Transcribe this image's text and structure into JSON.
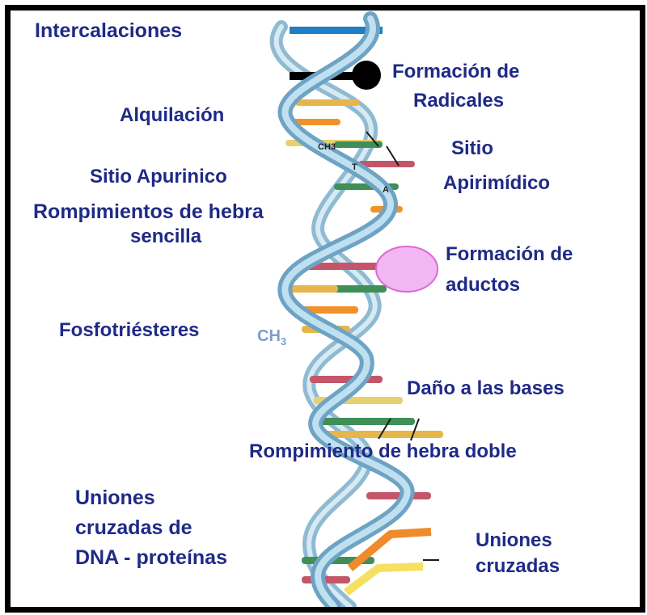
{
  "labels": {
    "intercalaciones": "Intercalaciones",
    "formacion_radicales_1": "Formación de",
    "formacion_radicales_2": "Radicales",
    "alquilacion": "Alquilación",
    "sitio_1": "Sitio",
    "apirimidico": "Apirimídico",
    "sitio_apurinico": "Sitio Apurinico",
    "rompimientos_1": "Rompimientos de hebra",
    "rompimientos_2": "sencilla",
    "formacion_aductos_1": "Formación de",
    "formacion_aductos_2": "aductos",
    "fosfotriesteres": "Fosfotriésteres",
    "dano_bases": "Daño a las bases",
    "rompimiento_doble": "Rompimiento de hebra doble",
    "uniones_prot_1": "Uniones",
    "uniones_prot_2": "cruzadas de",
    "uniones_prot_3": "DNA - proteínas",
    "uniones_cruz_1": "Uniones",
    "uniones_cruz_2": "cruzadas"
  },
  "helix_text": {
    "ch3_top": "CH3",
    "t_base": "T",
    "a_base": "A",
    "ch3_bottom": "CH",
    "ch3_bottom_sub": "3"
  },
  "colors": {
    "label": "#1f2a86",
    "backbone": "#a9cde0",
    "backbone_edge": "#5a8fb0",
    "adduct": "#f2b6f2",
    "adduct_edge": "#d86ad8"
  }
}
